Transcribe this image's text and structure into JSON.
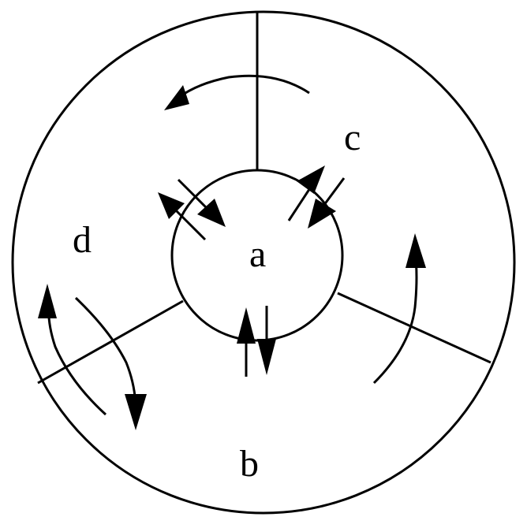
{
  "labels": {
    "a": "a",
    "b": "b",
    "c": "c",
    "d": "d"
  },
  "colors": {
    "line": "#000000",
    "background": "#ffffff"
  }
}
